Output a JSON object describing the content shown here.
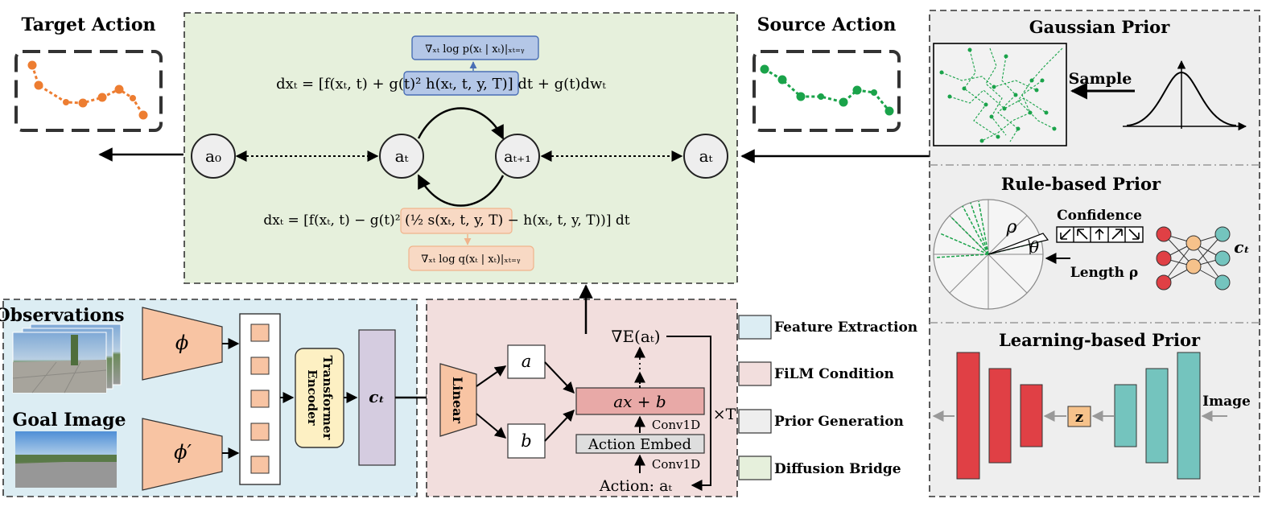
{
  "target_action": {
    "title": "Target Action"
  },
  "source_action": {
    "title": "Source Action"
  },
  "bridge": {
    "forward_eq": "dxₜ = [f(xₜ, t) + g(t)² h(xₜ, t, y, T)] dt + g(t)dwₜ",
    "h_label": "∇ₓₜ log p(xₜ | xₜ)|ₓₜ₌ᵧ",
    "backward_eq": "dxₜ = [f(xₜ, t) − g(t)² (½ s(xₜ, t, y, T) − h(xₜ, t, y, T))] dt",
    "s_label": "∇ₓₜ log q(xₜ | xₜ)|ₓₜ₌ᵧ",
    "nodes": [
      "a₀",
      "aₜ",
      "aₜ₊₁",
      "aₜ"
    ]
  },
  "priors": {
    "gaussian_title": "Gaussian Prior",
    "sample_label": "Sample",
    "rule_title": "Rule-based Prior",
    "confidence_label": "Confidence",
    "length_label": "Length ρ",
    "rho": "ρ",
    "theta": "θ",
    "ct": "cₜ",
    "learning_title": "Learning-based Prior",
    "z_label": "z",
    "image_label": "Image"
  },
  "features": {
    "observations": "Observations",
    "goal_image": "Goal Image",
    "phi": "ϕ",
    "phi_prime": "ϕ′",
    "transformer_line1": "Transformer",
    "transformer_line2": "Encoder",
    "ct": "cₜ"
  },
  "film": {
    "linear": "Linear",
    "a": "a",
    "b": "b",
    "grad": "∇E(aₜ)",
    "ellipsis": "⋯",
    "axb": "ax + b",
    "conv1": "Conv1D",
    "embed": "Action Embed",
    "conv2": "Conv1D",
    "action": "Action: aₜ",
    "times_t": "×T"
  },
  "legend": {
    "items": [
      {
        "label": "Feature Extraction",
        "color": "#dcedf3"
      },
      {
        "label": "FiLM Condition",
        "color": "#f2dedd"
      },
      {
        "label": "Prior Generation",
        "color": "#eeeeee"
      },
      {
        "label": "Diffusion Bridge",
        "color": "#e6f0dc"
      }
    ]
  }
}
